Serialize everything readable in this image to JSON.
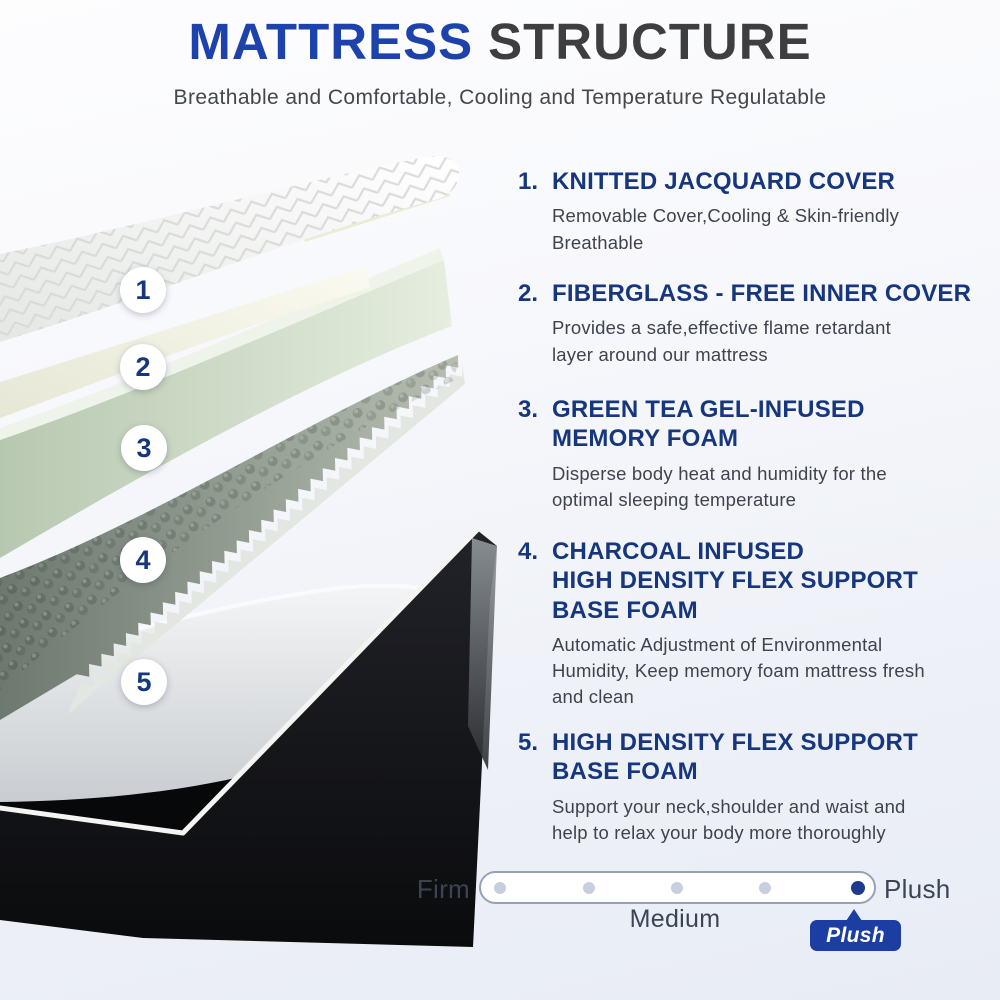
{
  "header": {
    "title_blue": "MATTRESS",
    "title_dark": "STRUCTURE",
    "subtitle": "Breathable and Comfortable, Cooling and Temperature Regulatable"
  },
  "diagram": {
    "markers": [
      "1",
      "2",
      "3",
      "4",
      "5"
    ]
  },
  "sections": [
    {
      "number": "1.",
      "title": "KNITTED JACQUARD COVER",
      "description": "Removable Cover,Cooling & Skin-friendly\nBreathable"
    },
    {
      "number": "2.",
      "title": "FIBERGLASS - FREE INNER COVER",
      "description": "Provides a safe,effective flame retardant\nlayer around our mattress"
    },
    {
      "number": "3.",
      "title": "GREEN TEA GEL-INFUSED\nMEMORY FOAM",
      "description": "Disperse body heat and humidity for the\noptimal sleeping temperature"
    },
    {
      "number": "4.",
      "title": "CHARCOAL INFUSED\nHIGH DENSITY FLEX SUPPORT\nBASE FOAM",
      "description": "Automatic Adjustment of Environmental\nHumidity, Keep memory foam mattress fresh\nand clean"
    },
    {
      "number": "5.",
      "title": "HIGH DENSITY FLEX SUPPORT\nBASE FOAM",
      "description": "Support your neck,shoulder and waist and\nhelp to relax your body more thoroughly"
    }
  ],
  "firmness": {
    "left_label": "Firm",
    "center_label": "Medium",
    "right_label": "Plush",
    "selected_tag": "Plush",
    "levels": 5,
    "selected_level": 5
  },
  "colors": {
    "accent_blue": "#1e42ab",
    "title_dark": "#3e3e40",
    "heading_navy": "#16367e",
    "body_text": "#3e434e",
    "scale_text": "#3c4454",
    "tag_blue": "#1c3da2",
    "dot_inactive": "#c9cede",
    "dot_active": "#1c3a8e",
    "track_border": "#98a1b4"
  }
}
